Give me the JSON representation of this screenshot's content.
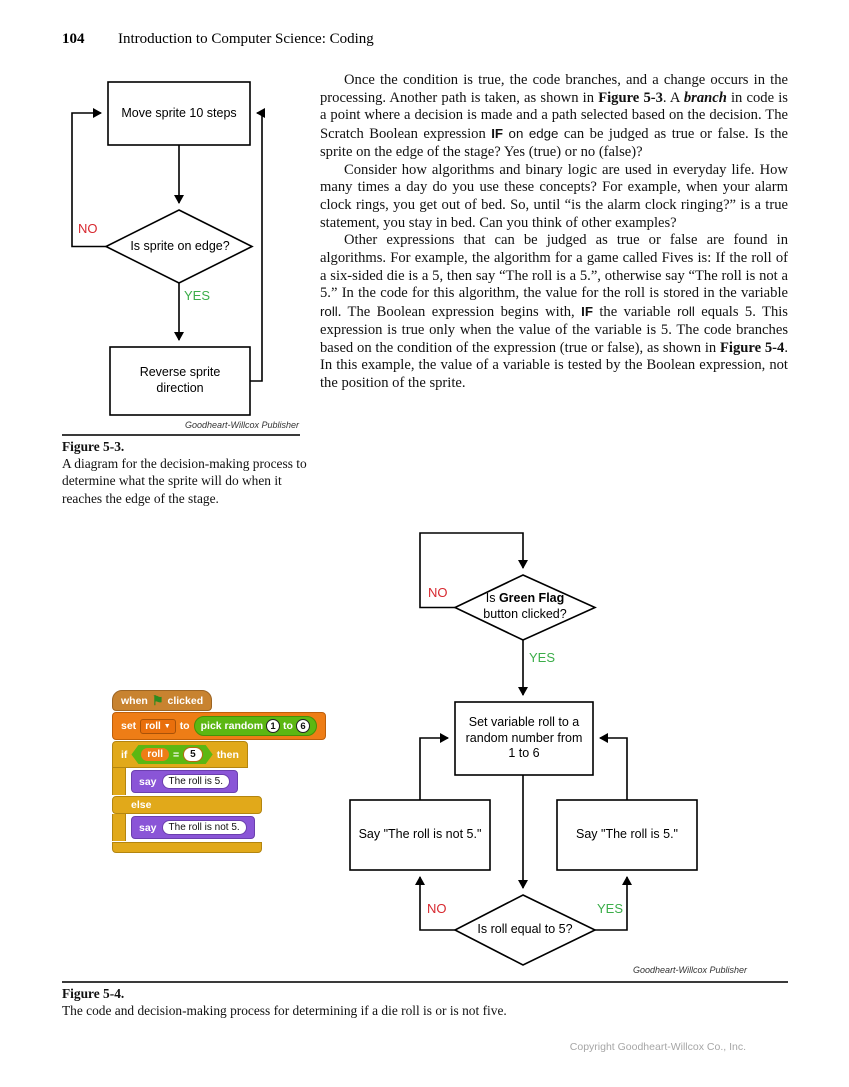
{
  "header": {
    "page_number": "104",
    "title": "Introduction to Computer Science: Coding"
  },
  "article": {
    "paragraphs": [
      {
        "segments": [
          {
            "t": "Once the condition is true, the code branches, and a change occurs in the processing. Another path is taken, as shown in ",
            "s": "n"
          },
          {
            "t": "Figure 5-3",
            "s": "b"
          },
          {
            "t": ". A ",
            "s": "n"
          },
          {
            "t": "branch",
            "s": "bi"
          },
          {
            "t": " in code is a point where a decision is made and a path selected based on the decision. The Scratch Boolean expression ",
            "s": "n"
          },
          {
            "t": "IF",
            "s": "cb"
          },
          {
            "t": " on edge",
            "s": "c"
          },
          {
            "t": " can be judged as true or false. Is the sprite on the edge of the stage? Yes (true) or no (false)?",
            "s": "n"
          }
        ]
      },
      {
        "segments": [
          {
            "t": "Consider how algorithms and binary logic are used in everyday life. How many times a day do you use these concepts? For example, when your alarm clock rings, you get out of bed. So, until “is the alarm clock ringing?” is a true statement, you stay in bed. Can you think of other examples?",
            "s": "n"
          }
        ]
      },
      {
        "segments": [
          {
            "t": "Other expressions that can be judged as true or false are found in algorithms. For example, the algorithm for a game called Fives is: If the roll of a six-sided die is a 5, then say “The roll is a 5.”, otherwise say “The roll is not a 5.” In the code for this algorithm, the value for the roll is stored in the variable ",
            "s": "n"
          },
          {
            "t": "roll",
            "s": "c"
          },
          {
            "t": ". The Boolean expression begins with, ",
            "s": "n"
          },
          {
            "t": "IF",
            "s": "cb"
          },
          {
            "t": " the variable ",
            "s": "n"
          },
          {
            "t": "roll",
            "s": "c"
          },
          {
            "t": " equals 5. This expression is true only when the value of the variable is 5. The code branches based on the condition of the expression (true or false), as shown in ",
            "s": "n"
          },
          {
            "t": "Figure 5-4",
            "s": "b"
          },
          {
            "t": ". In this example, the value of a variable is tested by the Boolean expression, not the position of the sprite.",
            "s": "n"
          }
        ]
      }
    ]
  },
  "fig53": {
    "box_move": "Move sprite 10 steps",
    "diamond_edge": "Is sprite on edge?",
    "box_reverse": "Reverse sprite direction",
    "no_label": "NO",
    "yes_label": "YES",
    "credit": "Goodheart-Willcox Publisher",
    "figure_label": "Figure 5-3.",
    "caption": "A diagram for the decision-making process to determine what the sprite will do when it reaches the edge of the stage."
  },
  "fig54": {
    "scratch": {
      "when_label": "when",
      "flag_icon": "⚑",
      "clicked_label": "clicked",
      "set_label": "set",
      "variable_name": "roll",
      "dropdown_caret": "▼",
      "to_label": "to",
      "pick_random_label": "pick random",
      "random_min": "1",
      "random_to_label": "to",
      "random_max": "6",
      "if_label": "if",
      "cond_variable": "roll",
      "cond_operator": "=",
      "cond_value": "5",
      "then_label": "then",
      "say_label": "say",
      "say_true_text": "The roll is 5.",
      "else_label": "else",
      "say_false_text": "The roll is not 5."
    },
    "flowchart": {
      "d1_pre": "Is ",
      "d1_bold": "Green Flag",
      "d1_line2": "button clicked?",
      "no1": "NO",
      "yes1": "YES",
      "box_set_roll": "Set variable roll to a random number from 1 to 6",
      "box_say_not5": "Say \"The roll is not 5.\"",
      "box_say_5": "Say \"The roll is 5.\"",
      "d2_text": "Is roll equal to 5?",
      "no2": "NO",
      "yes2": "YES"
    },
    "credit": "Goodheart-Willcox Publisher",
    "figure_label": "Figure 5-4.",
    "caption": "The code and decision-making process for determining if a die roll is or is not five."
  },
  "footer": {
    "copyright": "Copyright Goodheart-Willcox Co., Inc."
  },
  "colors": {
    "no_red": "#D7282F",
    "yes_green": "#3BAD49",
    "scratch_events": "#C88330",
    "scratch_data": "#EE7D16",
    "scratch_operators": "#5CB712",
    "scratch_control": "#E1A91A",
    "scratch_looks": "#8A55D7"
  }
}
